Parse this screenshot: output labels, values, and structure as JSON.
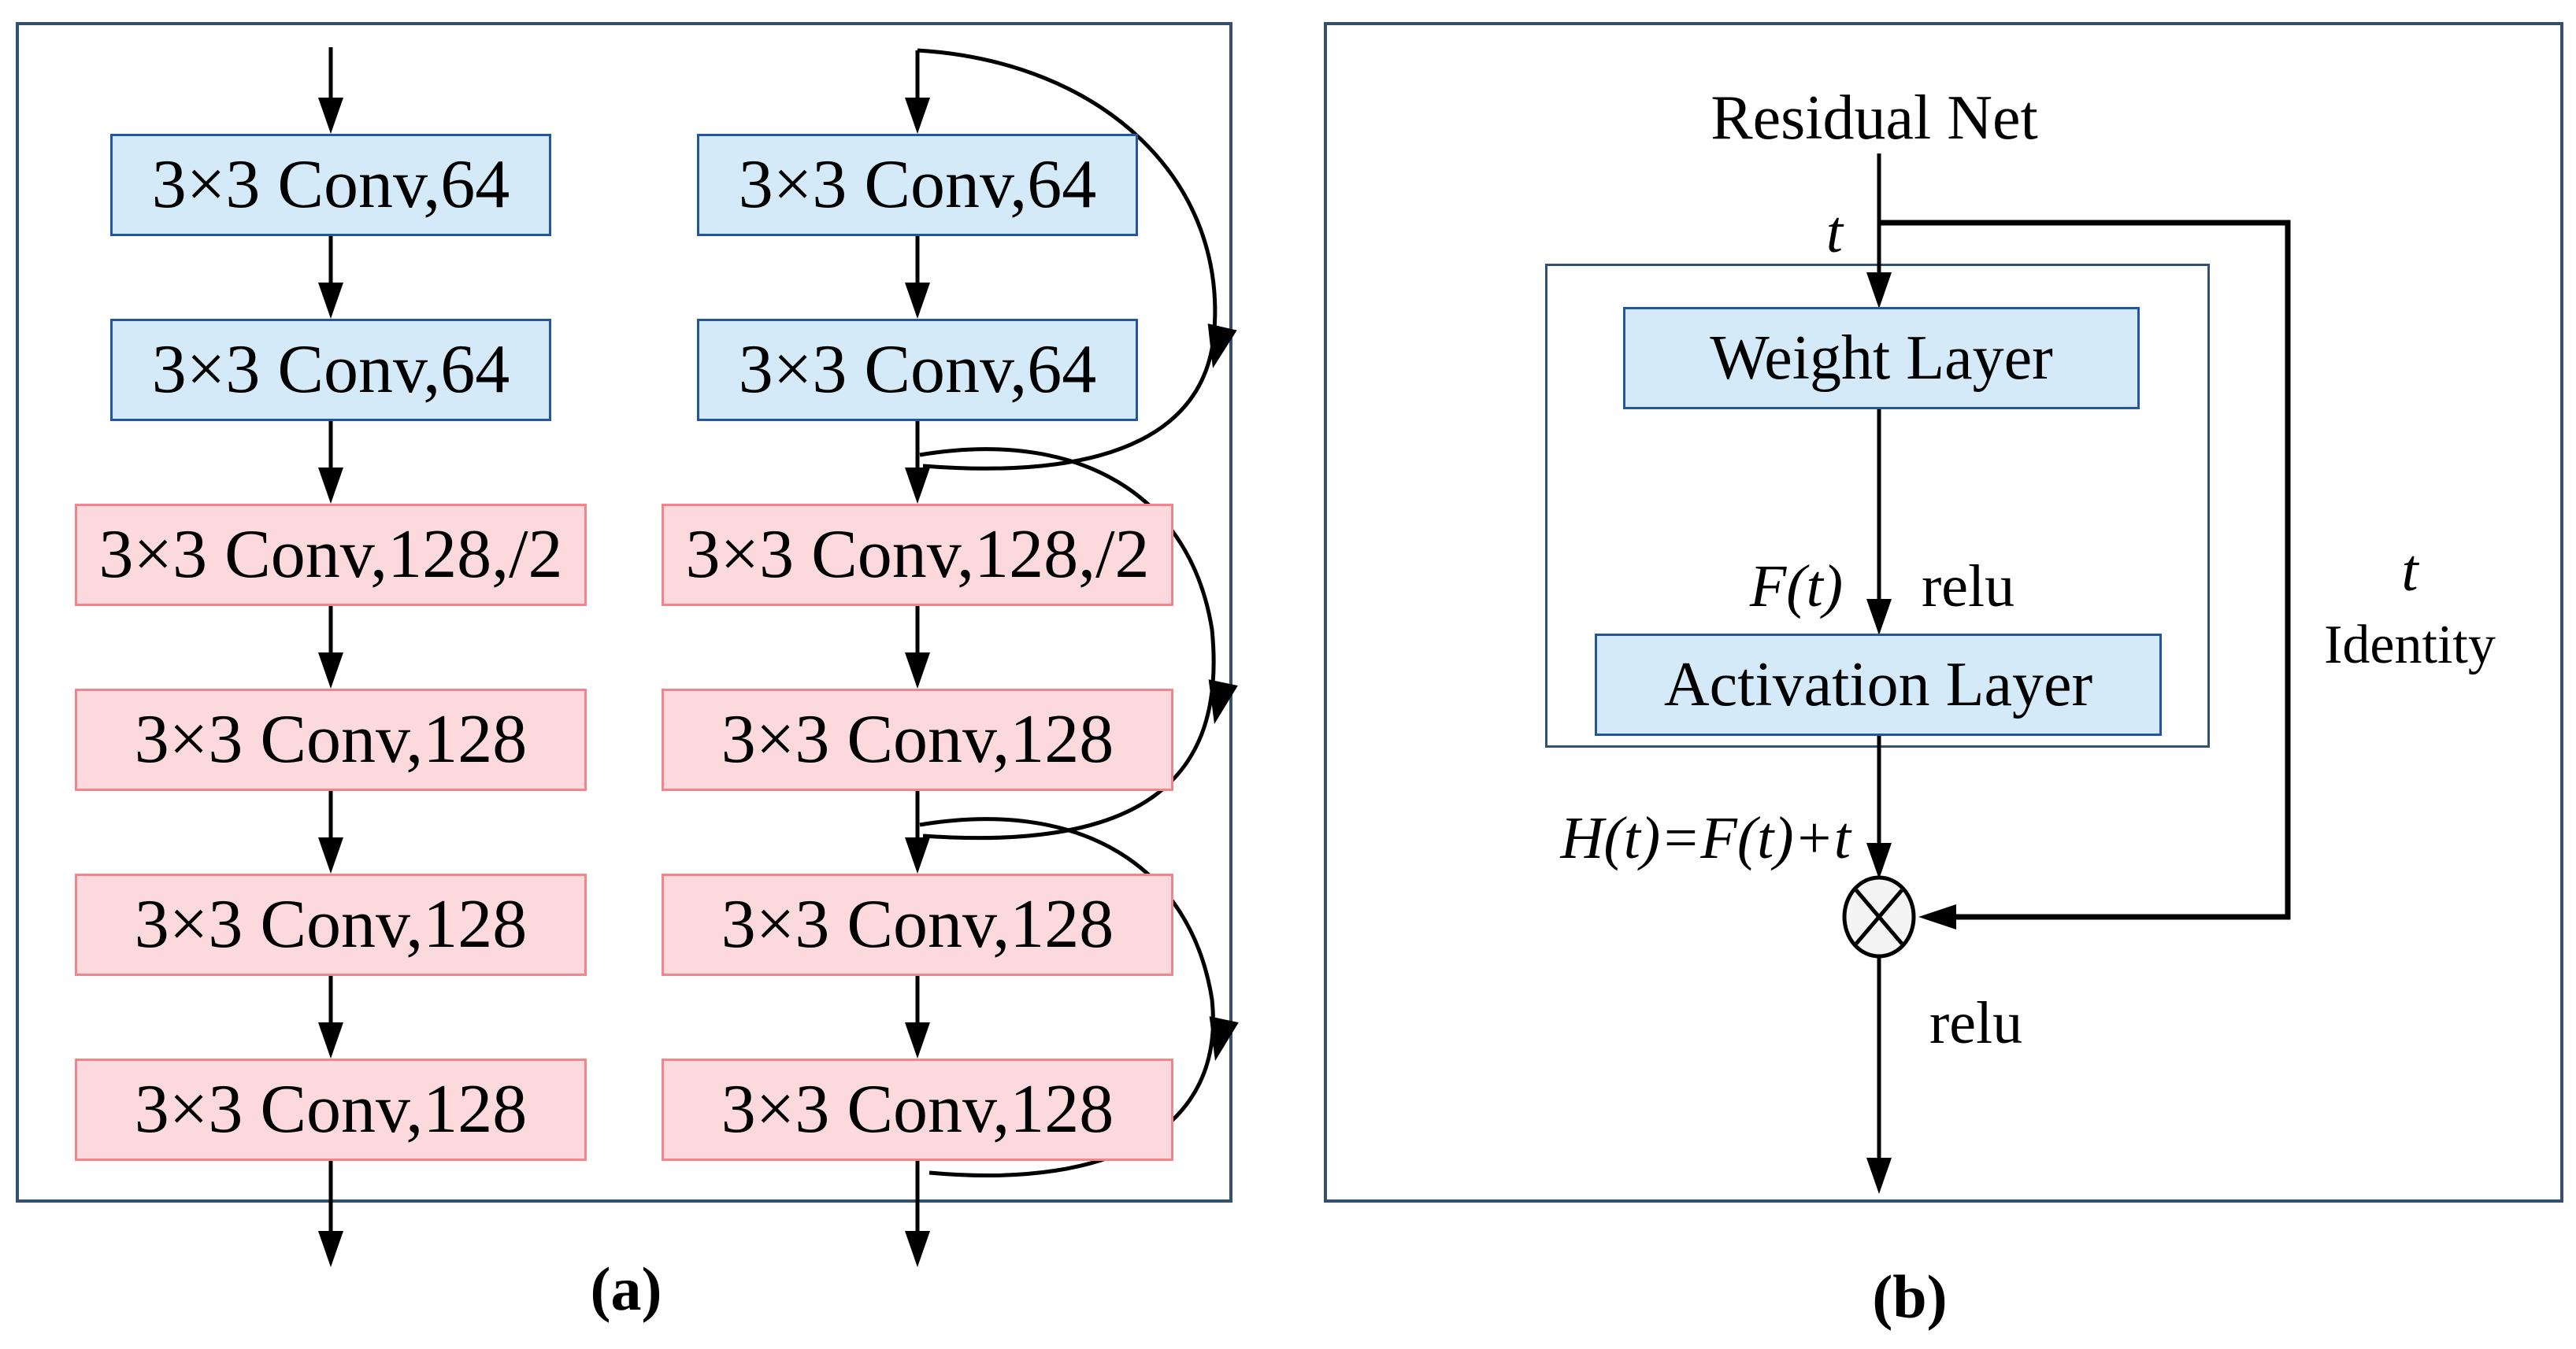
{
  "figure_type": "residual-network-architecture-diagram",
  "colors": {
    "panel_border": "#33506e",
    "blue_box_fill": "#d4eaf9",
    "blue_box_border": "#2256a4",
    "pink_box_fill": "#fcd9dc",
    "pink_box_border": "#f4848c",
    "arrow": "#000000",
    "merge_node_fill": "#f4f4f4"
  },
  "panel_a": {
    "label": "(a)",
    "columns": [
      {
        "name": "plain-network",
        "boxes": [
          {
            "label": "3×3 Conv,64",
            "color_type": "blue"
          },
          {
            "label": "3×3 Conv,64",
            "color_type": "blue"
          },
          {
            "label": "3×3 Conv,128,/2",
            "color_type": "pink"
          },
          {
            "label": "3×3 Conv,128",
            "color_type": "pink"
          },
          {
            "label": "3×3 Conv,128",
            "color_type": "pink"
          },
          {
            "label": "3×3 Conv,128",
            "color_type": "pink"
          }
        ]
      },
      {
        "name": "residual-network",
        "boxes": [
          {
            "label": "3×3 Conv,64",
            "color_type": "blue"
          },
          {
            "label": "3×3 Conv,64",
            "color_type": "blue"
          },
          {
            "label": "3×3 Conv,128,/2",
            "color_type": "pink"
          },
          {
            "label": "3×3 Conv,128",
            "color_type": "pink"
          },
          {
            "label": "3×3 Conv,128",
            "color_type": "pink"
          },
          {
            "label": "3×3 Conv,128",
            "color_type": "pink"
          }
        ],
        "skip_connections": 3
      }
    ]
  },
  "panel_b": {
    "label": "(b)",
    "title": "Residual Net",
    "input_label": "t",
    "weight_layer": "Weight Layer",
    "f_label": "F(t)",
    "relu_mid": "relu",
    "activation_layer": "Activation Layer",
    "sum_label": "H(t)=F(t)+t",
    "merge_node": "circled-times",
    "relu_bottom": "relu",
    "identity_var": "t",
    "identity_label": "Identity"
  }
}
